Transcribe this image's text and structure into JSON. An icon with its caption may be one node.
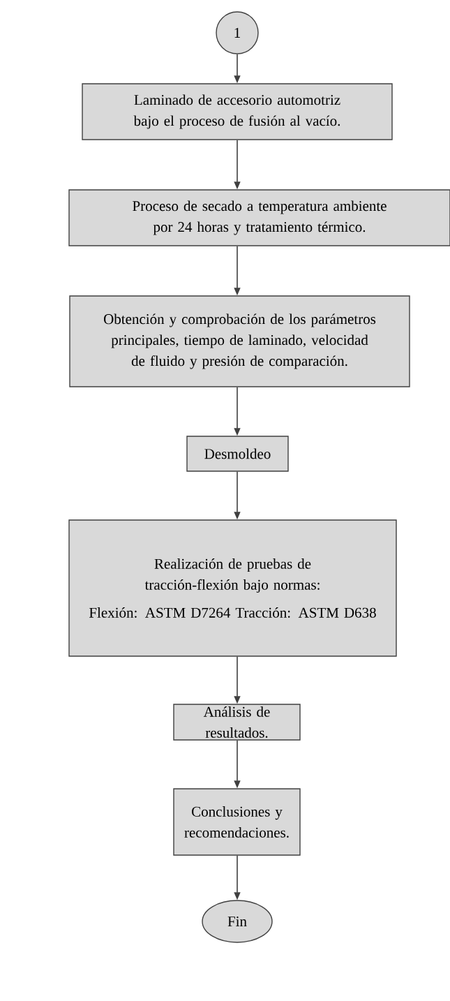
{
  "diagram": {
    "nodes": [
      {
        "text": [
          "1"
        ]
      },
      {
        "text": [
          "Laminado de accesorio automotriz bajo el proceso de fusión al vacío."
        ]
      },
      {
        "text": [
          "Proceso de secado a temperatura ambiente por 24 horas y tratamiento térmico."
        ]
      },
      {
        "text": [
          "Obtención y comprobación de los parámetros principales, tiempo de laminado, velocidad de fluido y presión de comparación."
        ]
      },
      {
        "text": [
          "Desmoldeo"
        ]
      },
      {
        "text": [
          "Realización de pruebas de tracción-flexión bajo normas:",
          "Flexión: ASTM D7264 Tracción: ASTM D638"
        ]
      },
      {
        "text": [
          "Análisis de resultados."
        ]
      },
      {
        "text": [
          "Conclusiones y recomendaciones."
        ]
      },
      {
        "text": [
          "Fin"
        ]
      }
    ],
    "edges": [
      {
        "from": 0,
        "to": 1,
        "arrow": "to"
      },
      {
        "from": 1,
        "to": 2,
        "arrow": "to"
      },
      {
        "from": 2,
        "to": 3,
        "arrow": "to"
      },
      {
        "from": 3,
        "to": 4,
        "arrow": "to"
      },
      {
        "from": 4,
        "to": 5,
        "arrow": "to"
      },
      {
        "from": 5,
        "to": 6,
        "arrow": "to"
      },
      {
        "from": 6,
        "to": 7,
        "arrow": "to"
      },
      {
        "from": 7,
        "to": 8,
        "arrow": "to"
      }
    ]
  }
}
